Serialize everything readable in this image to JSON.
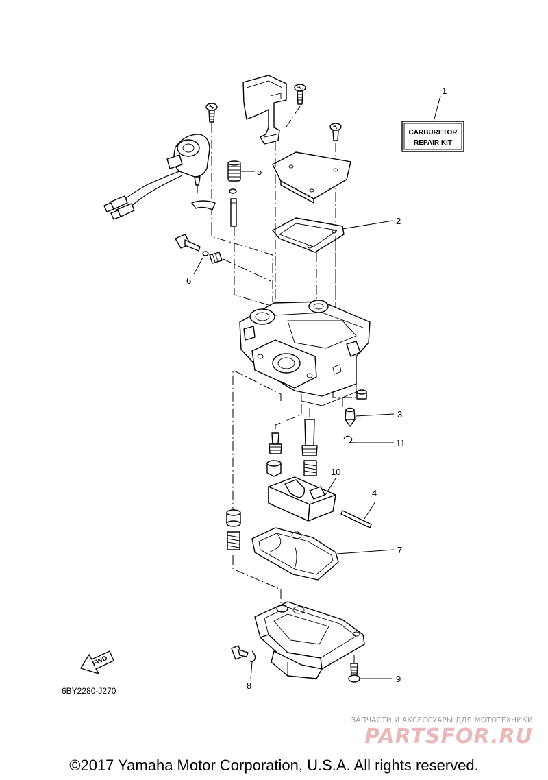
{
  "diagram": {
    "kit_label_line1": "CARBURETOR",
    "kit_label_line2": "REPAIR KIT",
    "fwd_label": "FWD",
    "diagram_code": "6BY2280-J270",
    "callouts": {
      "n1": "1",
      "n2": "2",
      "n3": "3",
      "n4": "4",
      "n5": "5",
      "n6": "6",
      "n7": "7",
      "n8": "8",
      "n9": "9",
      "n10": "10",
      "n11": "11"
    }
  },
  "watermark": {
    "tagline": "ЗАПЧАСТИ И АКСЕССУАРЫ ДЛЯ МОТОТЕХНИКИ",
    "brand": "PARTSFOR.RU"
  },
  "footer": {
    "copyright": "©2017 Yamaha Motor Corporation, U.S.A. All rights reserved."
  }
}
